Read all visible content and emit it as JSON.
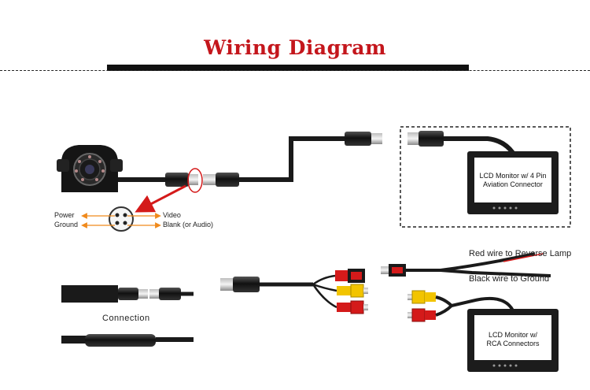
{
  "title": "Wiring Diagram",
  "pinout": {
    "power": "Power",
    "ground": "Ground",
    "video": "Video",
    "blank": "Blank (or Audio)"
  },
  "monitor_aviation": {
    "line1": "LCD Monitor w/ 4 Pin",
    "line2": "Aviation Connector"
  },
  "monitor_rca": {
    "line1": "LCD  Monitor  w/",
    "line2": "RCA Connectors"
  },
  "wires": {
    "red": "Red wire to Reverse Lamp",
    "black": "Black wire to Ground"
  },
  "connection_label": "Connection",
  "colors": {
    "title": "#c4161c",
    "cable": "#1a1a1a",
    "arrow_red": "#d41a1a",
    "arrow_orange": "#f08a1c",
    "rca_yellow": "#f2c400",
    "rca_red": "#d41a1a"
  }
}
